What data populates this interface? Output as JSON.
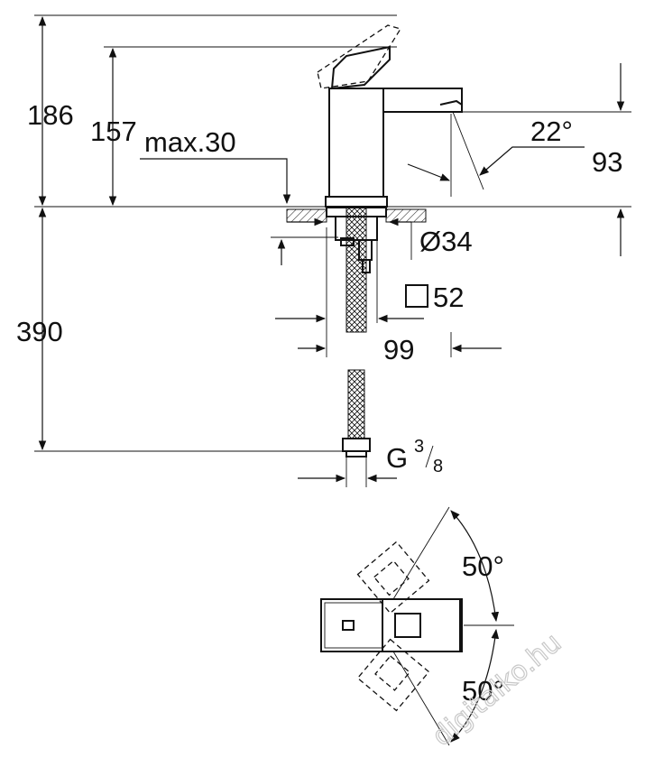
{
  "dimensions": {
    "total_height": "186",
    "spout_height": "157",
    "max_thickness": "max.30",
    "spout_angle": "22°",
    "spout_reach": "93",
    "hole_diameter": "Ø34",
    "base_square": "52",
    "base_offset": "99",
    "hose_length": "390",
    "connection_thread": "G",
    "thread_numerator": "3",
    "thread_denominator": "8",
    "lever_angle_up": "50°",
    "lever_angle_down": "50°"
  },
  "watermark": "digitalko.hu",
  "colors": {
    "line": "#111111",
    "watermark": "#c8c8c8"
  }
}
